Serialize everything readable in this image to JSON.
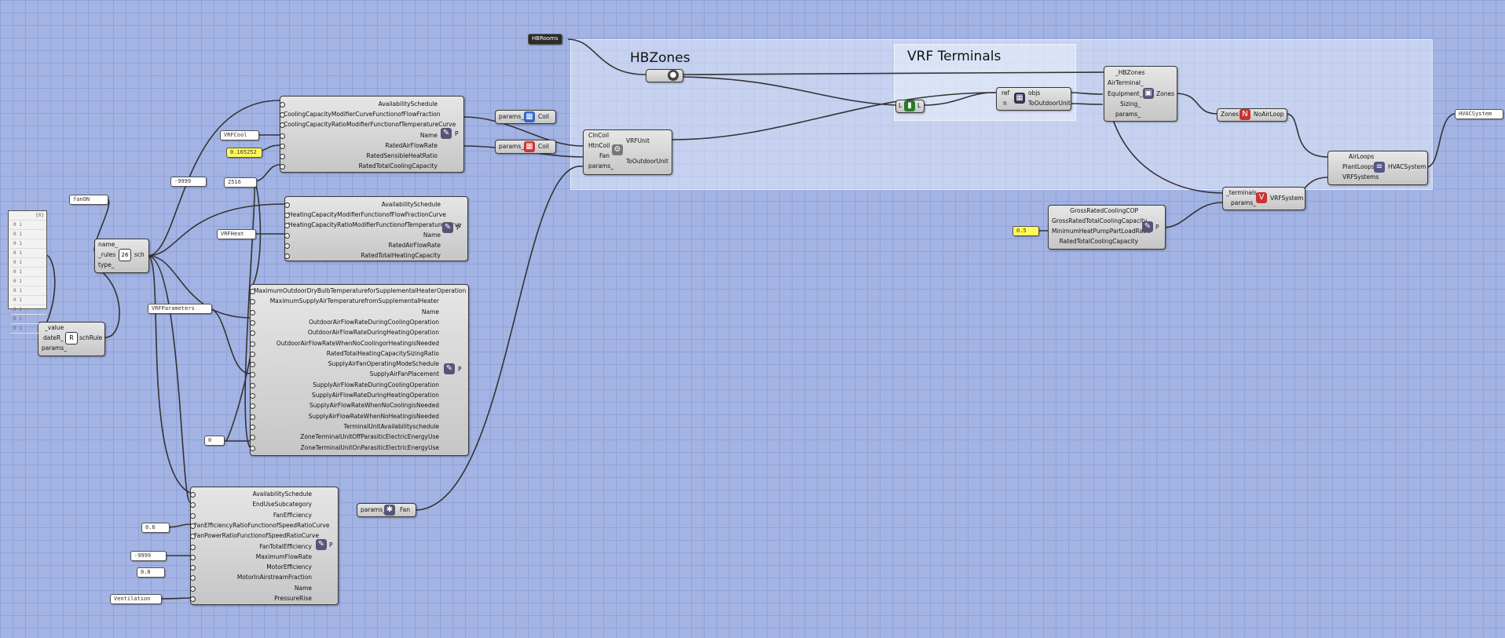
{
  "groups": {
    "hbzones_title": "HBZones",
    "vrf_terminals_title": "VRF Terminals"
  },
  "panels": {
    "hbrooms": "HBRooms",
    "hvac_system": "HVACSystem",
    "cooling_name": "VRFCool",
    "heating_name": "VRFHeat",
    "params_name": "VRFParameters",
    "sched_name": "fanON",
    "ratio_value": "0.165252",
    "avail_value": "-9999",
    "number_2516": "2516",
    "zero": "0",
    "fan_eff": "0.6",
    "max_flow": "-9999",
    "motor_eff": "0.8",
    "fan_name": "Ventilation",
    "cop": "0.5"
  },
  "list_panel": {
    "header": "{0}",
    "rows": [
      "0 1",
      "0 1",
      "0 1",
      "0 1",
      "0 1",
      "0 1",
      "0 1",
      "0 1",
      "0 1",
      "0 1",
      "0 1",
      "0 1"
    ]
  },
  "components": {
    "cool_coil": {
      "inputs": [
        "AvailabilitySchedule",
        "CoolingCapacityModifierCurveFunctionofFlowFraction",
        "CoolingCapacityRatioModifierFunctionofTemperatureCurve",
        "Name",
        "RatedAirFlowRate",
        "RatedSensibleHeatRatio",
        "RatedTotalCoolingCapacity"
      ],
      "output": "P"
    },
    "heat_coil": {
      "inputs": [
        "AvailabilitySchedule",
        "HeatingCapacityModifierFunctionofFlowFractionCurve",
        "HeatingCapacityRatioModifierFunctionofTemperatureCurve",
        "Name",
        "RatedAirFlowRate",
        "RatedTotalHeatingCapacity"
      ],
      "output": "P"
    },
    "vrf_params": {
      "inputs": [
        "MaximumOutdoorDryBulbTemperatureforSupplementalHeaterOperation",
        "MaximumSupplyAirTemperaturefromSupplementalHeater",
        "Name",
        "OutdoorAirFlowRateDuringCoolingOperation",
        "OutdoorAirFlowRateDuringHeatingOperation",
        "OutdoorAirFlowRateWhenNoCoolingorHeatingisNeeded",
        "RatedTotalHeatingCapacitySizingRatio",
        "SupplyAirFanOperatingModeSchedule",
        "SupplyAirFanPlacement",
        "SupplyAirFlowRateDuringCoolingOperation",
        "SupplyAirFlowRateDuringHeatingOperation",
        "SupplyAirFlowRateWhenNoCoolingisNeeded",
        "SupplyAirFlowRateWhenNoHeatingisNeeded",
        "TerminalUnitAvailabilityschedule",
        "ZoneTerminalUnitOffParasiticElectricEnergyUse",
        "ZoneTerminalUnitOnParasiticElectricEnergyUse"
      ],
      "output": "P"
    },
    "fan_params": {
      "inputs": [
        "AvailabilitySchedule",
        "EndUseSubcategory",
        "FanEfficiency",
        "FanEfficiencyRatioFunctionofSpeedRatioCurve",
        "FanPowerRatioFunctionofSpeedRatioCurve",
        "FanTotalEfficiency",
        "MaximumFlowRate",
        "MotorEfficiency",
        "MotorInAirstreamFraction",
        "Name",
        "PressureRise"
      ],
      "output": "P"
    },
    "sch": {
      "inputs": [
        "name_",
        "_rules",
        "type_"
      ],
      "output": "sch",
      "icon": "26"
    },
    "sch_rule": {
      "inputs": [
        "_value",
        "dateR_",
        "params_"
      ],
      "output": "schRule"
    },
    "coil1": {
      "input": "params_",
      "output": "Coil"
    },
    "coil2": {
      "input": "params_",
      "output": "Coil"
    },
    "fan": {
      "input": "params_",
      "output": "Fan"
    },
    "vrf_unit": {
      "inputs": [
        "ClnCoil",
        "HtnCoil",
        "Fan",
        "params_"
      ],
      "outputs": [
        "VRFUnit",
        "ToOutdoorUnit"
      ]
    },
    "zones_comp": {
      "inputs": [
        "_HBZones",
        "AirTerminal_",
        "Equipment_",
        "Sizing_",
        "params_"
      ],
      "output": "Zones"
    },
    "objs": {
      "inputs": [
        "ref",
        "n"
      ],
      "outputs": [
        "objs",
        "ToOutdoorUnit"
      ]
    },
    "list_l": {
      "input": "L",
      "output": "L"
    },
    "no_air_loop": {
      "input": "Zones",
      "output": "NoAirLoop"
    },
    "hvac": {
      "inputs": [
        "AirLoops",
        "PlantLoops",
        "VRFSystems"
      ],
      "output": "HVACSystem"
    },
    "vrf_system": {
      "inputs": [
        "_terminals",
        "params_"
      ],
      "output": "VRFSystem"
    },
    "outdoor_params": {
      "inputs": [
        "GrossRatedCoolingCOP",
        "GrossRatedTotalCoolingCapacity",
        "MinimumHeatPumpPartLoadRatio",
        "RatedTotalCoolingCapacity"
      ],
      "output": "P"
    }
  },
  "colors": {
    "canvas": "#a3b3e3",
    "wire": "#333333",
    "yellow": "#fff95a"
  }
}
